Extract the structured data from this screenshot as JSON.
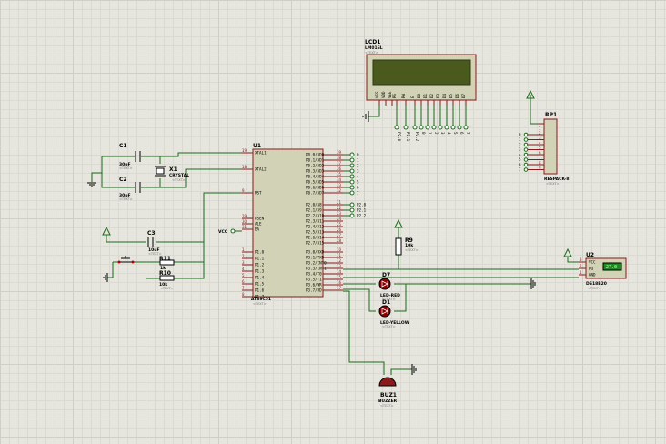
{
  "text_placeholder": "<TEXT>",
  "lcd": {
    "ref": "LCD1",
    "value": "LM016L",
    "pins": [
      "VSS",
      "VDD",
      "VEE",
      "RS",
      "RW",
      "E",
      "D0",
      "D1",
      "D2",
      "D3",
      "D4",
      "D5",
      "D6",
      "D7"
    ],
    "port_labels": [
      "P2.0",
      "P2.1",
      "P2.2"
    ]
  },
  "rp1": {
    "ref": "RP1",
    "value": "RESPACK-8",
    "net_labels": [
      "0",
      "1",
      "2",
      "3",
      "4",
      "5",
      "6",
      "7"
    ]
  },
  "u1": {
    "ref": "U1",
    "value": "AT89C51",
    "left_pins": [
      {
        "num": "19",
        "name": "XTAL1"
      },
      {
        "num": "18",
        "name": "XTAL2"
      },
      {
        "num": "9",
        "name": "RST"
      },
      {
        "num": "29",
        "name": "PSEN"
      },
      {
        "num": "30",
        "name": "ALE"
      },
      {
        "num": "31",
        "name": "EA"
      },
      {
        "num": "1",
        "name": "P1.0"
      },
      {
        "num": "2",
        "name": "P1.1"
      },
      {
        "num": "3",
        "name": "P1.2"
      },
      {
        "num": "4",
        "name": "P1.3"
      },
      {
        "num": "5",
        "name": "P1.4"
      },
      {
        "num": "6",
        "name": "P1.5"
      },
      {
        "num": "7",
        "name": "P1.6"
      },
      {
        "num": "8",
        "name": "P1.7"
      }
    ],
    "right_pins_p0": [
      {
        "num": "39",
        "name": "P0.0/AD0",
        "net": "0"
      },
      {
        "num": "38",
        "name": "P0.1/AD1",
        "net": "1"
      },
      {
        "num": "37",
        "name": "P0.2/AD2",
        "net": "2"
      },
      {
        "num": "36",
        "name": "P0.3/AD3",
        "net": "3"
      },
      {
        "num": "35",
        "name": "P0.4/AD4",
        "net": "4"
      },
      {
        "num": "34",
        "name": "P0.5/AD5",
        "net": "5"
      },
      {
        "num": "33",
        "name": "P0.6/AD6",
        "net": "6"
      },
      {
        "num": "32",
        "name": "P0.7/AD7",
        "net": "7"
      }
    ],
    "right_pins_p2": [
      {
        "num": "21",
        "name": "P2.0/A8",
        "net": "P2.0"
      },
      {
        "num": "22",
        "name": "P2.1/A9",
        "net": "P2.1"
      },
      {
        "num": "23",
        "name": "P2.2/A10",
        "net": "P2.2"
      },
      {
        "num": "24",
        "name": "P2.3/A11",
        "net": ""
      },
      {
        "num": "25",
        "name": "P2.4/A12",
        "net": ""
      },
      {
        "num": "26",
        "name": "P2.5/A13",
        "net": ""
      },
      {
        "num": "27",
        "name": "P2.6/A14",
        "net": ""
      },
      {
        "num": "28",
        "name": "P2.7/A15",
        "net": ""
      }
    ],
    "right_pins_p3": [
      {
        "num": "10",
        "name": "P3.0/RXD"
      },
      {
        "num": "11",
        "name": "P3.1/TXD"
      },
      {
        "num": "12",
        "name": "P3.2/INT0"
      },
      {
        "num": "13",
        "name": "P3.3/INT1"
      },
      {
        "num": "14",
        "name": "P3.4/T0"
      },
      {
        "num": "15",
        "name": "P3.5/T1"
      },
      {
        "num": "16",
        "name": "P3.6/WR"
      },
      {
        "num": "17",
        "name": "P3.7/RD"
      }
    ]
  },
  "c1": {
    "ref": "C1",
    "value": "30pF"
  },
  "c2": {
    "ref": "C2",
    "value": "30pF"
  },
  "c3": {
    "ref": "C3",
    "value": "10uF"
  },
  "x1": {
    "ref": "X1",
    "value": "CRYSTAL"
  },
  "r10": {
    "ref": "R10",
    "value": "10k"
  },
  "r11": {
    "ref": "R11",
    "value": "1k"
  },
  "r9": {
    "ref": "R9",
    "value": "10k"
  },
  "vcc_label": "VCC",
  "d7": {
    "ref": "D7",
    "value": "LED-RED"
  },
  "d1": {
    "ref": "D1",
    "value": "LED-YELLOW"
  },
  "u2": {
    "ref": "U2",
    "value": "DS18B20",
    "pins": [
      "VCC",
      "DQ",
      "GND"
    ],
    "readout": "27.0",
    "pin_nums": [
      "3",
      "2",
      "1"
    ]
  },
  "buz": {
    "ref": "BUZ1",
    "value": "BUZZER"
  },
  "colors": {
    "wire": "#1b6b1b",
    "component_outline": "#8a1a1a",
    "chip_fill": "#d2d2b6",
    "lcd_screen": "#4a5a1e",
    "led": "#8a0000",
    "sensor_display": "#1d8c1d"
  }
}
